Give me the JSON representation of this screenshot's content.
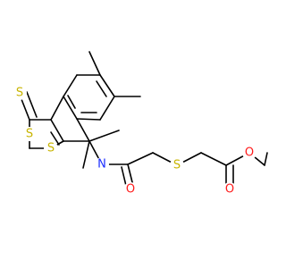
{
  "molecule": {
    "atoms": [
      {
        "id": "S_thione",
        "label": "S",
        "color": "#c8b400"
      },
      {
        "id": "S_ring_a",
        "label": "S",
        "color": "#c8b400"
      },
      {
        "id": "S_ring_b",
        "label": "S",
        "color": "#c8b400"
      },
      {
        "id": "N",
        "label": "N",
        "color": "#1a2cff"
      },
      {
        "id": "O_amide",
        "label": "O",
        "color": "#ff1a1a"
      },
      {
        "id": "S_thioether",
        "label": "S",
        "color": "#c8b400"
      },
      {
        "id": "O_carbonyl",
        "label": "O",
        "color": "#ff1a1a"
      },
      {
        "id": "O_ester",
        "label": "O",
        "color": "#ff1a1a"
      }
    ]
  }
}
